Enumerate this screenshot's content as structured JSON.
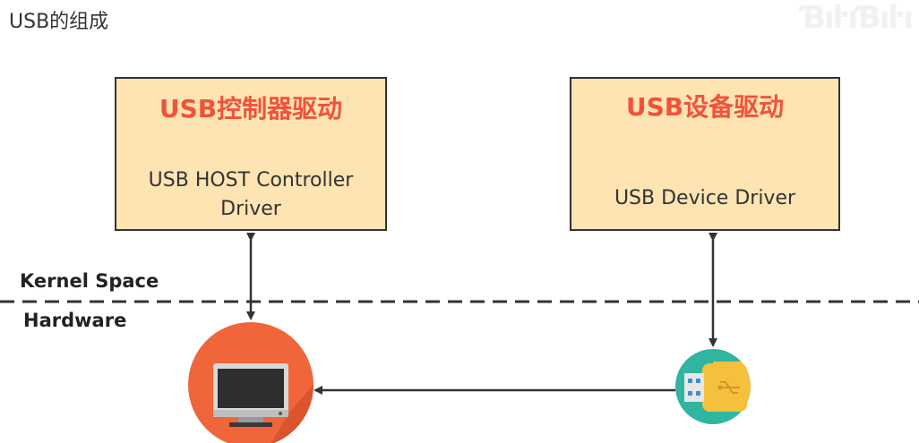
{
  "title": "USB的组成",
  "watermark": "bilibili",
  "host_box": {
    "heading": "USB控制器驱动",
    "line1": "USB HOST Controller",
    "line2": "Driver"
  },
  "device_box": {
    "heading": "USB设备驱动",
    "line1": "USB Device Driver"
  },
  "layers": {
    "kernel": "Kernel Space",
    "hardware": "Hardware"
  },
  "colors": {
    "box_fill": "#fde4b2",
    "heading_red": "#f2523a",
    "computer_circle": "#f0653a",
    "usb_circle": "#2fb5a0",
    "usb_body": "#f5c13c"
  },
  "icons": {
    "computer": "monitor-icon",
    "usb": "usb-drive-icon"
  }
}
